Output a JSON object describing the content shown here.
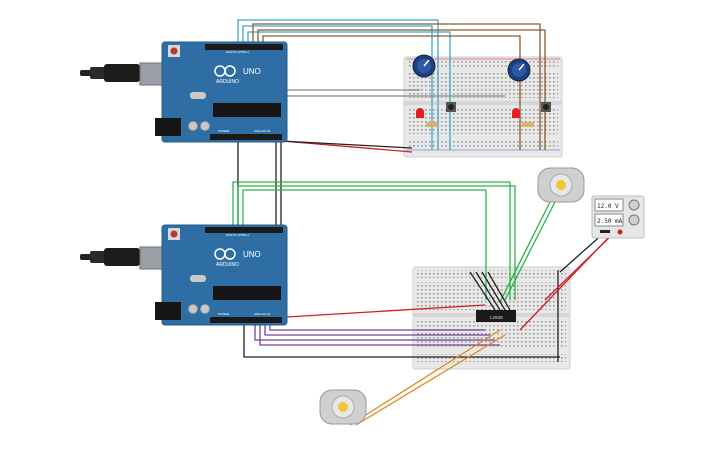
{
  "arduino_top": {
    "brand": "ARDUINO",
    "model": "UNO",
    "header_digital": "DIGITAL (PWM~)",
    "header_power": "POWER",
    "header_analog": "ANALOG IN"
  },
  "arduino_bottom": {
    "brand": "ARDUINO",
    "model": "UNO",
    "header_digital": "DIGITAL (PWM~)",
    "header_power": "POWER",
    "header_analog": "ANALOG IN"
  },
  "driver_chip": {
    "label": "L293D"
  },
  "power_supply": {
    "voltage": "12.0 V",
    "current": "2.50 mA"
  },
  "colors": {
    "board": "#2f6ea5",
    "board_dark": "#245c8c",
    "breadboard": "#e9e9e9",
    "wire_black": "#222222",
    "wire_red": "#d22020",
    "wire_green": "#2fb34a",
    "wire_blue": "#3fa7c9",
    "wire_brown": "#8b5a2b",
    "wire_purple": "#7b3fa0",
    "wire_orange": "#e08a1e",
    "led_red": "#e02020"
  },
  "icons": {
    "usb_cable": "usb-cable-icon",
    "motor": "dc-motor-icon",
    "potentiometer": "potentiometer-icon",
    "push_button": "push-button-icon",
    "led": "led-icon",
    "resistor": "resistor-icon"
  }
}
